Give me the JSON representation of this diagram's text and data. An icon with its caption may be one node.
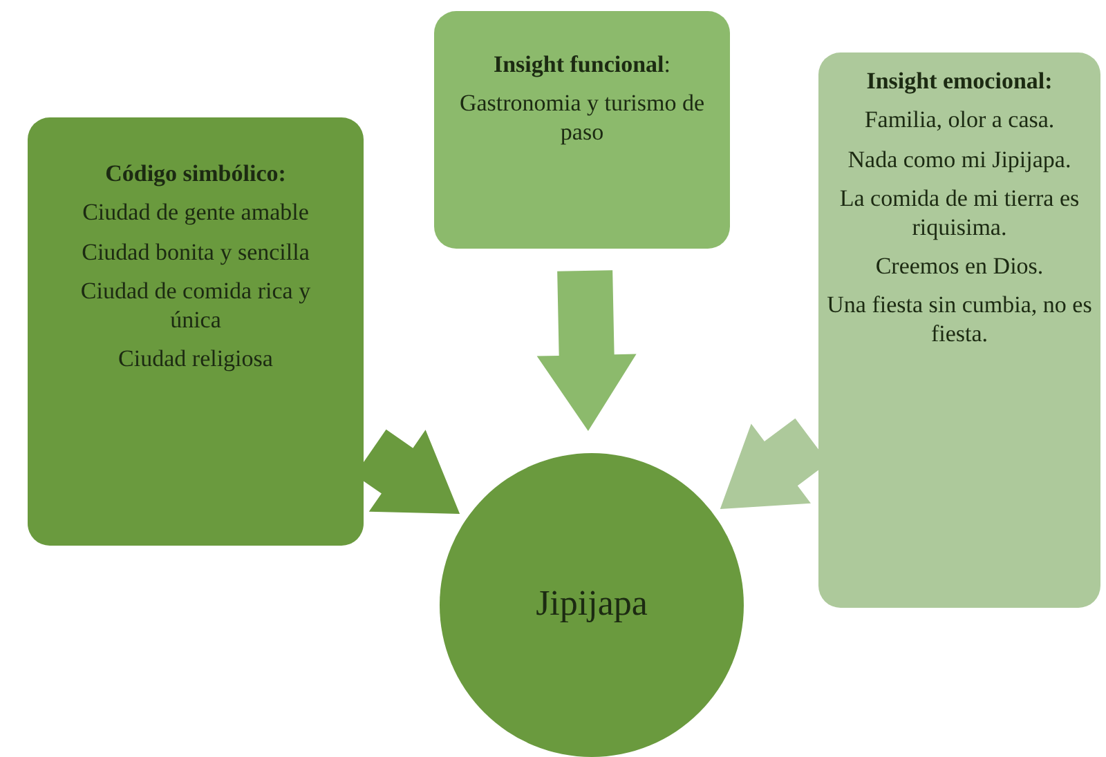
{
  "diagram": {
    "nodes": [
      {
        "text": [
          "Código simbólico:",
          "Ciudad de gente amable",
          "Ciudad bonita y sencilla",
          "Ciudad de comida rica y única",
          "Ciudad religiosa"
        ]
      },
      {
        "text": [
          "**Insight funcional**:",
          "Gastronomia y turismo de paso"
        ]
      },
      {
        "text": [
          "Insight emocional:",
          "Familia, olor a casa.",
          "Nada como mi Jipijapa.",
          "La comida de mi tierra es riquisima.",
          "Creemos en Dios.",
          "Una fiesta sin cumbia, no es fiesta."
        ]
      },
      {
        "text": [
          "Jipijapa"
        ]
      }
    ],
    "edges": [
      {
        "from": 0,
        "to": 3,
        "arrow": "to",
        "style": "thick",
        "color": "#6a9a3e"
      },
      {
        "from": 1,
        "to": 3,
        "arrow": "to",
        "style": "thick",
        "color": "#8cba6c"
      },
      {
        "from": 2,
        "to": 3,
        "arrow": "to",
        "style": "thick",
        "color": "#adc99b"
      }
    ]
  }
}
